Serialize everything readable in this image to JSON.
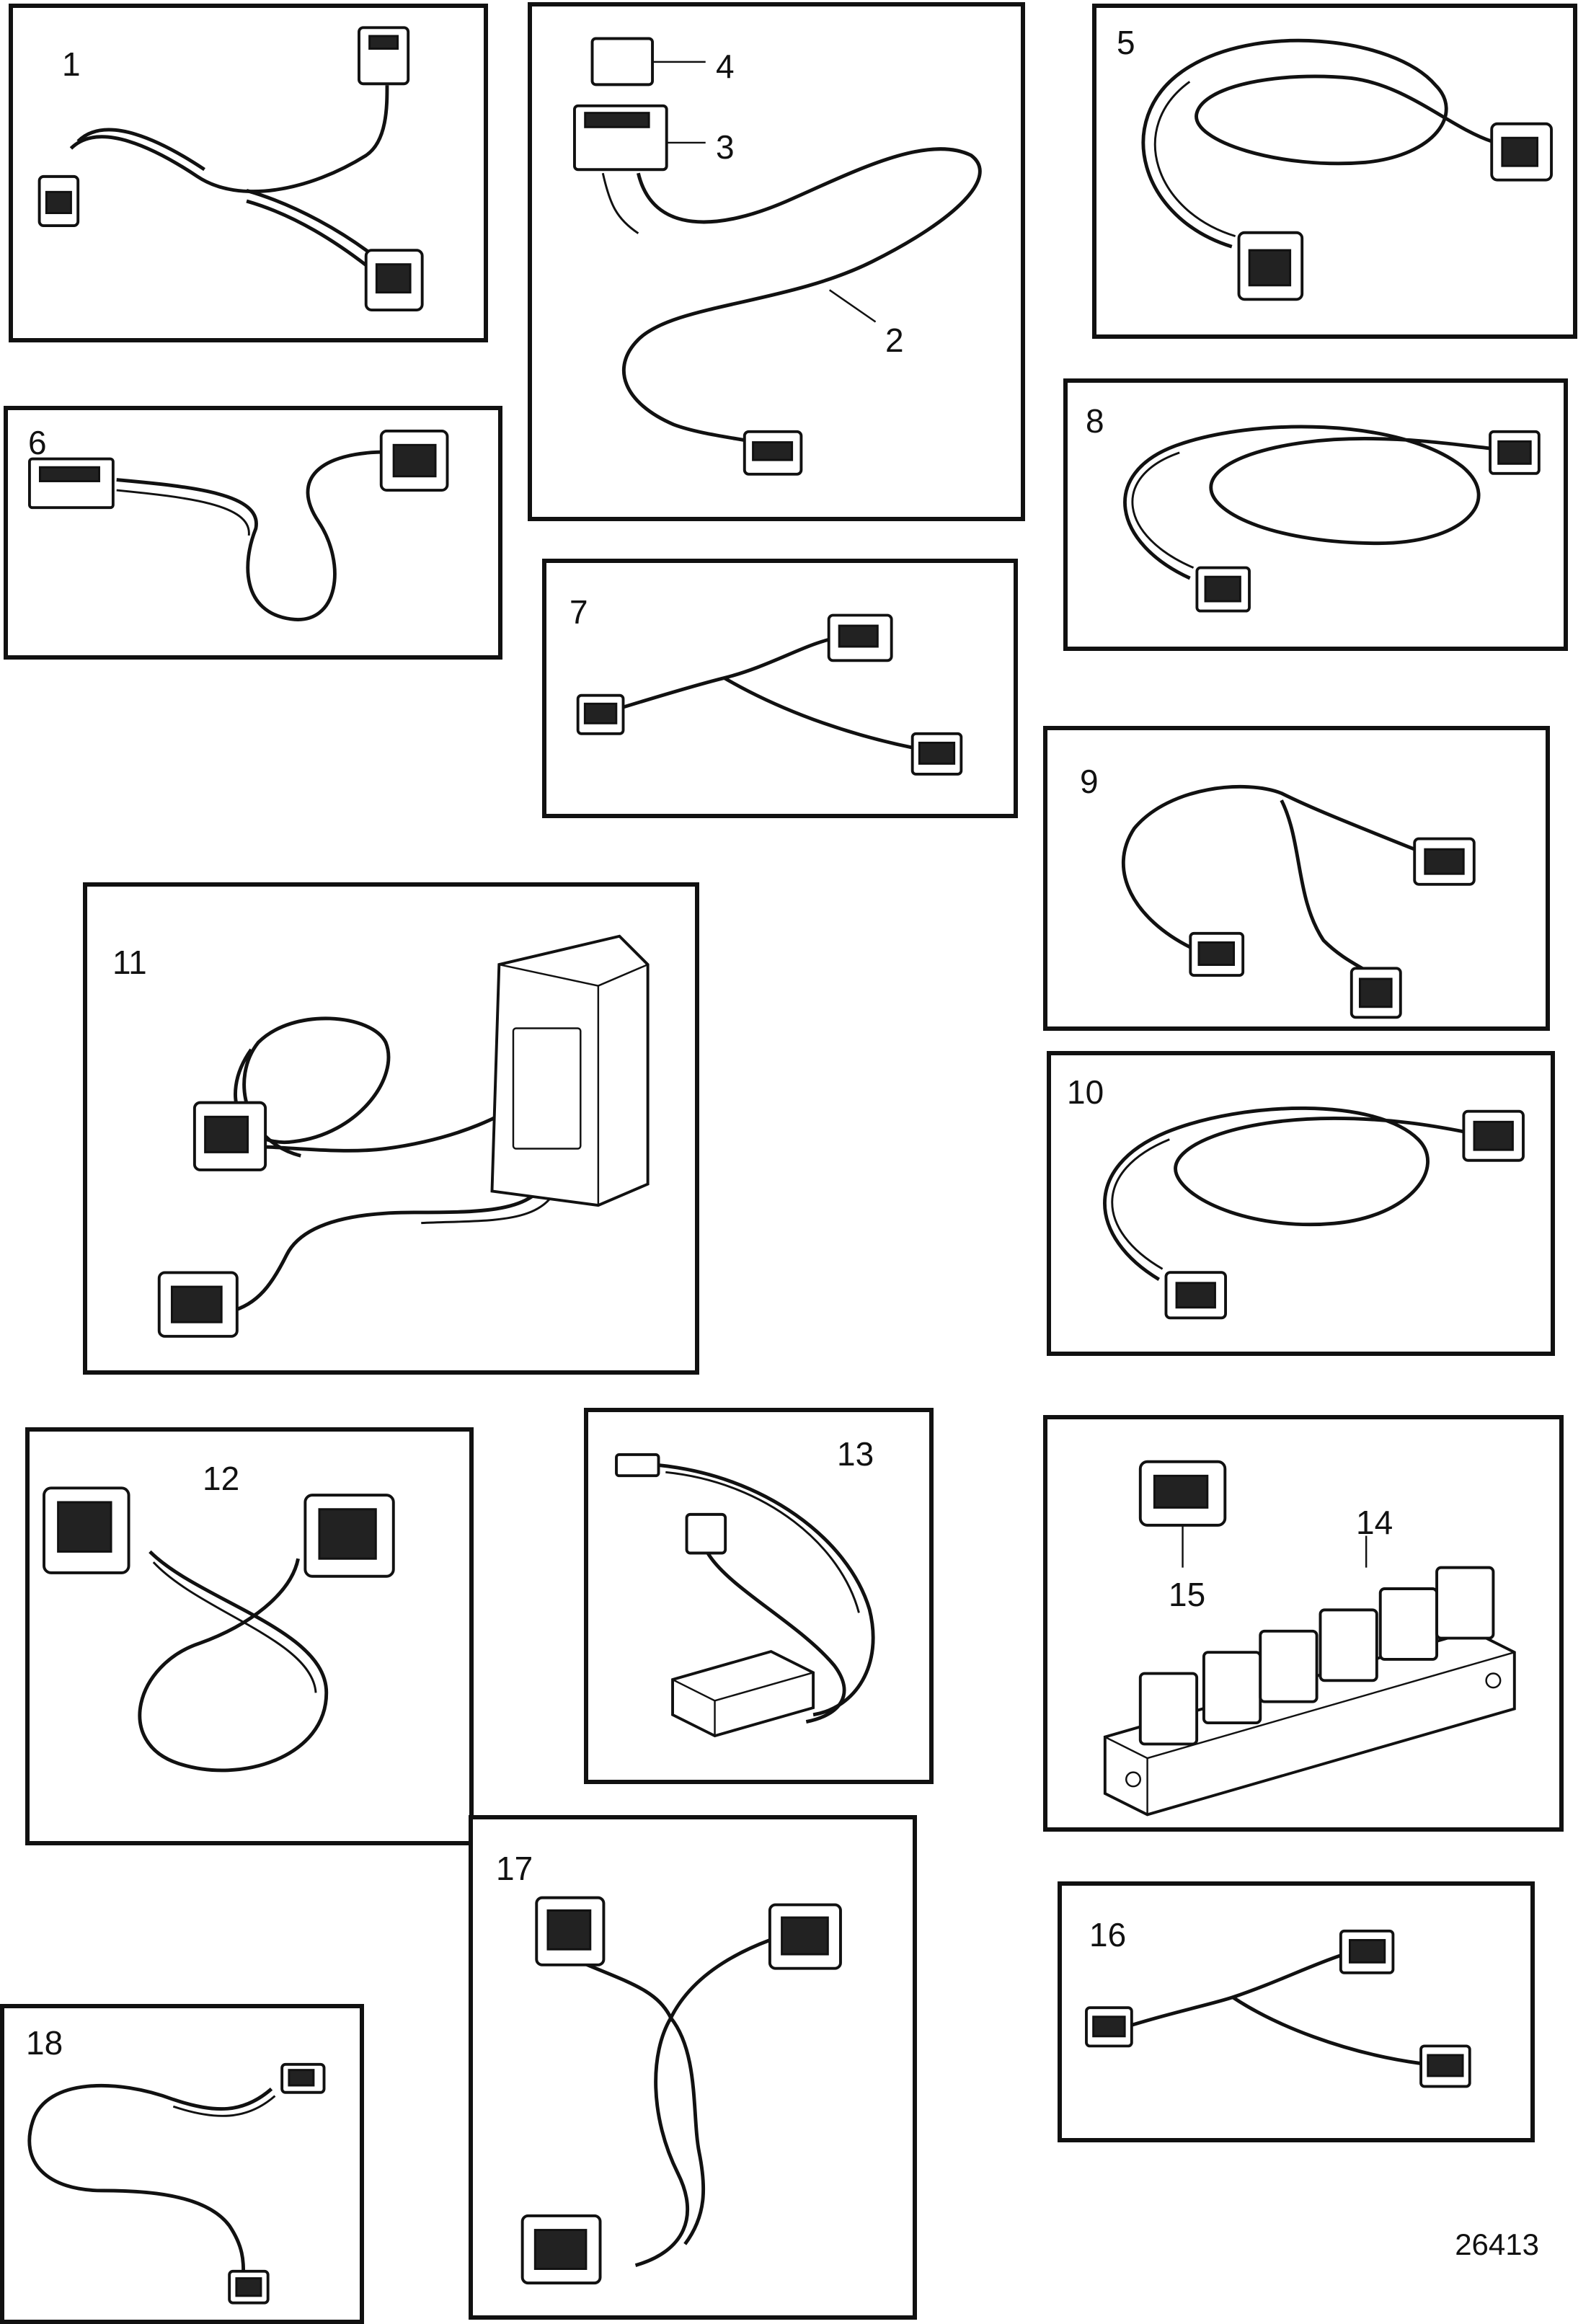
{
  "panels": {
    "p1": {
      "label": "1"
    },
    "p2": {
      "label": "2",
      "callouts": {
        "c2": "2",
        "c3": "3",
        "c4": "4"
      }
    },
    "p5": {
      "label": "5"
    },
    "p6": {
      "label": "6"
    },
    "p7": {
      "label": "7"
    },
    "p8": {
      "label": "8"
    },
    "p9": {
      "label": "9"
    },
    "p10": {
      "label": "10"
    },
    "p11": {
      "label": "11"
    },
    "p12": {
      "label": "12"
    },
    "p13": {
      "label": "13"
    },
    "p14": {
      "label": "14",
      "callouts": {
        "c15": "15"
      }
    },
    "p16": {
      "label": "16"
    },
    "p17": {
      "label": "17"
    },
    "p18": {
      "label": "18"
    }
  },
  "figure_ref": "26413",
  "colors": {
    "line": "#111111",
    "background": "#ffffff"
  }
}
